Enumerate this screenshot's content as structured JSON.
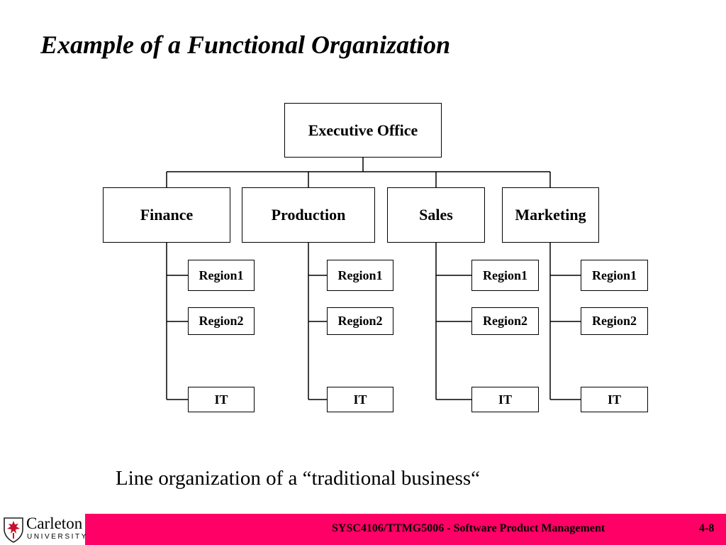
{
  "slide": {
    "title": "Example of a Functional Organization",
    "caption": "Line organization of a “traditional business“"
  },
  "org_chart": {
    "root": "Executive Office",
    "departments": [
      {
        "name": "Finance",
        "units": [
          "Region1",
          "Region2",
          "IT"
        ]
      },
      {
        "name": "Production",
        "units": [
          "Region1",
          "Region2",
          "IT"
        ]
      },
      {
        "name": "Sales",
        "units": [
          "Region1",
          "Region2",
          "IT"
        ]
      },
      {
        "name": "Marketing",
        "units": [
          "Region1",
          "Region2",
          "IT"
        ]
      }
    ]
  },
  "footer": {
    "course": "SYSC4106/TTMG5006 - Software Product Management",
    "page": "4-8",
    "bar_color": "#ff0066"
  },
  "logo": {
    "name": "Carleton",
    "sub": "UNIVERSITY",
    "icon": "carleton-shield-icon"
  }
}
